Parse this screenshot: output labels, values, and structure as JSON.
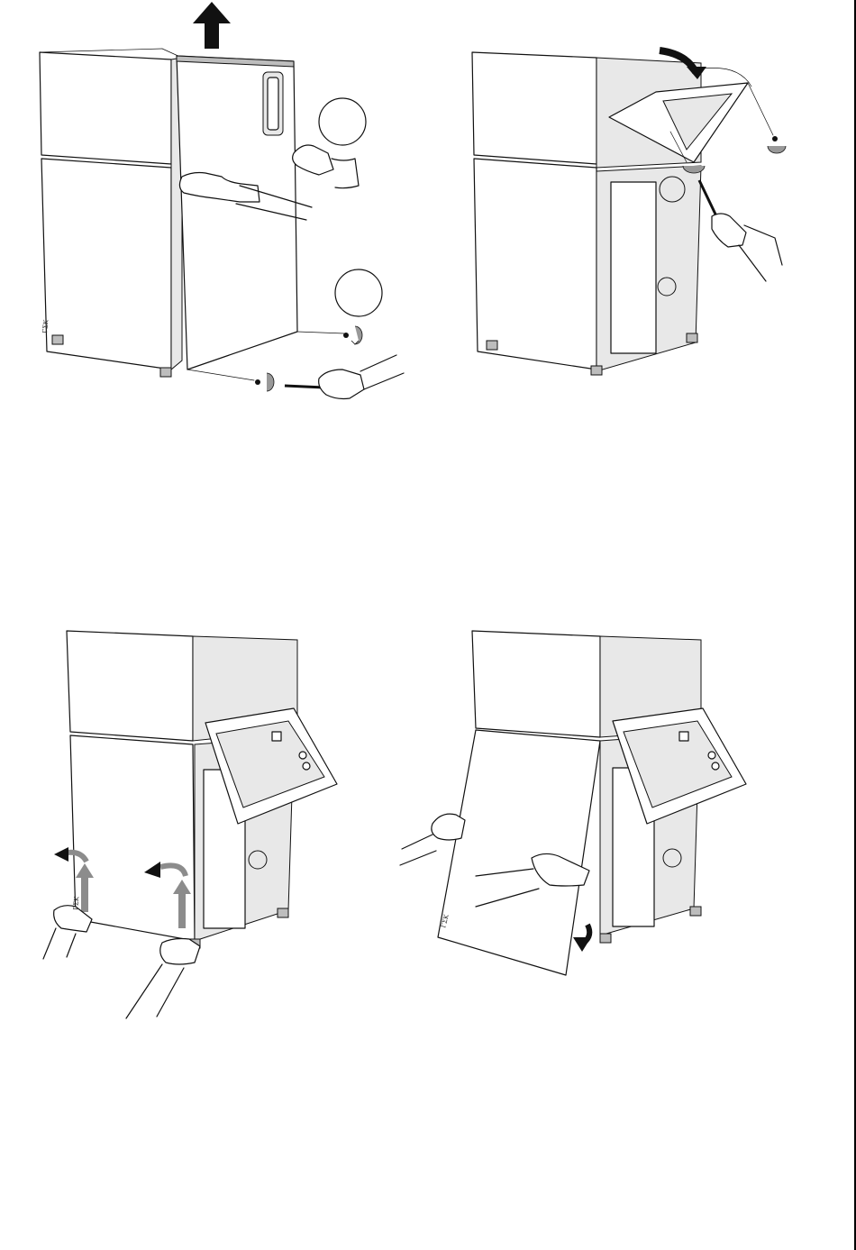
{
  "panels": [
    {
      "id": "step-1",
      "brand_label": "ΓΣΚ"
    },
    {
      "id": "step-2",
      "brand_label": ""
    },
    {
      "id": "step-3",
      "brand_label": "ΓΣΚ"
    },
    {
      "id": "step-4",
      "brand_label": "ΓΣΚ"
    }
  ],
  "colors": {
    "line": "#111111",
    "arrow_black": "#111111",
    "arrow_gray": "#8c8c8c",
    "panel_fill": "#ffffff",
    "shade": "#e8e8e8"
  }
}
